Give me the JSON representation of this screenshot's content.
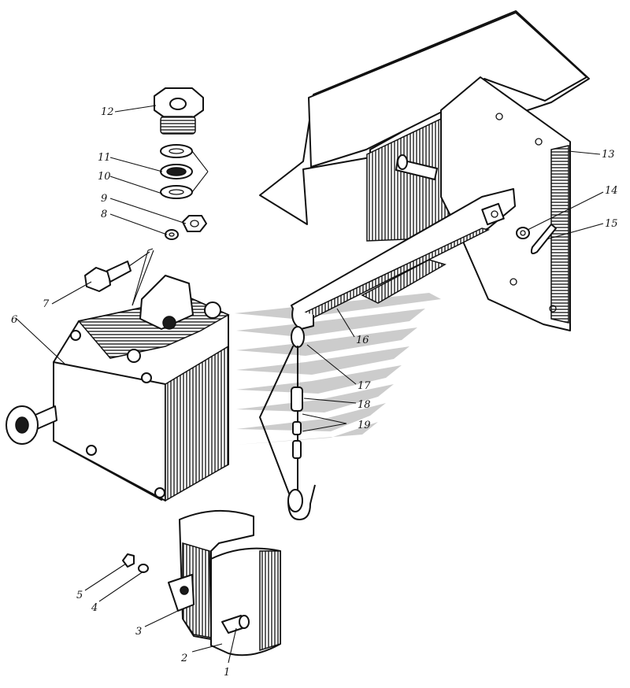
{
  "labels": [
    {
      "id": "1",
      "text": "1"
    },
    {
      "id": "2",
      "text": "2"
    },
    {
      "id": "3",
      "text": "3"
    },
    {
      "id": "4",
      "text": "4"
    },
    {
      "id": "5",
      "text": "5"
    },
    {
      "id": "6",
      "text": "6"
    },
    {
      "id": "7",
      "text": "7"
    },
    {
      "id": "8",
      "text": "8"
    },
    {
      "id": "9",
      "text": "9"
    },
    {
      "id": "10",
      "text": "10"
    },
    {
      "id": "11",
      "text": "11"
    },
    {
      "id": "12",
      "text": "12"
    },
    {
      "id": "13",
      "text": "13"
    },
    {
      "id": "14",
      "text": "14"
    },
    {
      "id": "15",
      "text": "15"
    },
    {
      "id": "16",
      "text": "16"
    },
    {
      "id": "17",
      "text": "17"
    },
    {
      "id": "18",
      "text": "18"
    },
    {
      "id": "19",
      "text": "19"
    }
  ],
  "colors": {
    "ink": "#111111",
    "watermark": "#bfbfbf"
  }
}
